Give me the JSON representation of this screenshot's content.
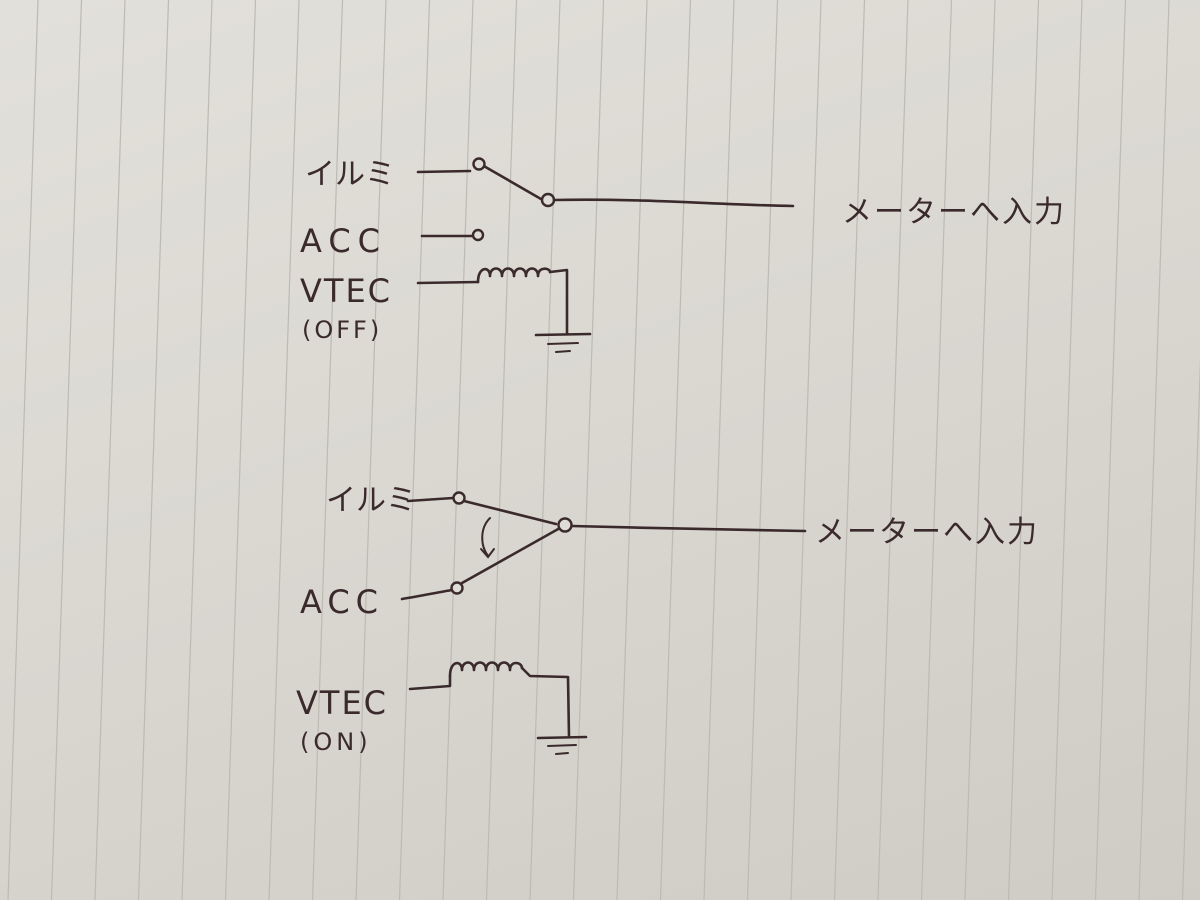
{
  "diagrams": [
    {
      "id": "off_state",
      "labels": {
        "illumi": "イルミ",
        "acc": "ACC",
        "vtec": "VTEC",
        "state": "(OFF)",
        "output": "メーターへ入力"
      }
    },
    {
      "id": "on_state",
      "labels": {
        "illumi": "イルミ",
        "acc": "ACC",
        "vtec": "VTEC",
        "state": "(ON)",
        "output": "メーターへ入力"
      }
    }
  ],
  "colors": {
    "ink": "#3b2a2c",
    "paper": "#dedcd5",
    "ruled_line": "#bdbab3"
  }
}
